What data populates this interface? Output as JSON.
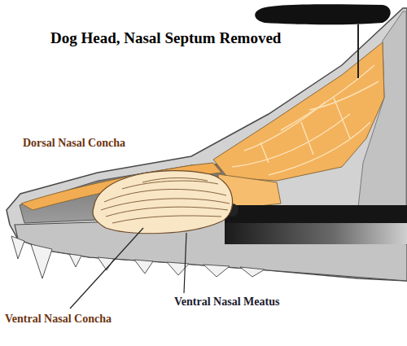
{
  "diagram": {
    "title": "Dog Head, Nasal Septum Removed",
    "labels": [
      "Dorsal Nasal Concha",
      "Ventral Nasal Concha",
      "Ventral Nasal Meatus"
    ]
  }
}
